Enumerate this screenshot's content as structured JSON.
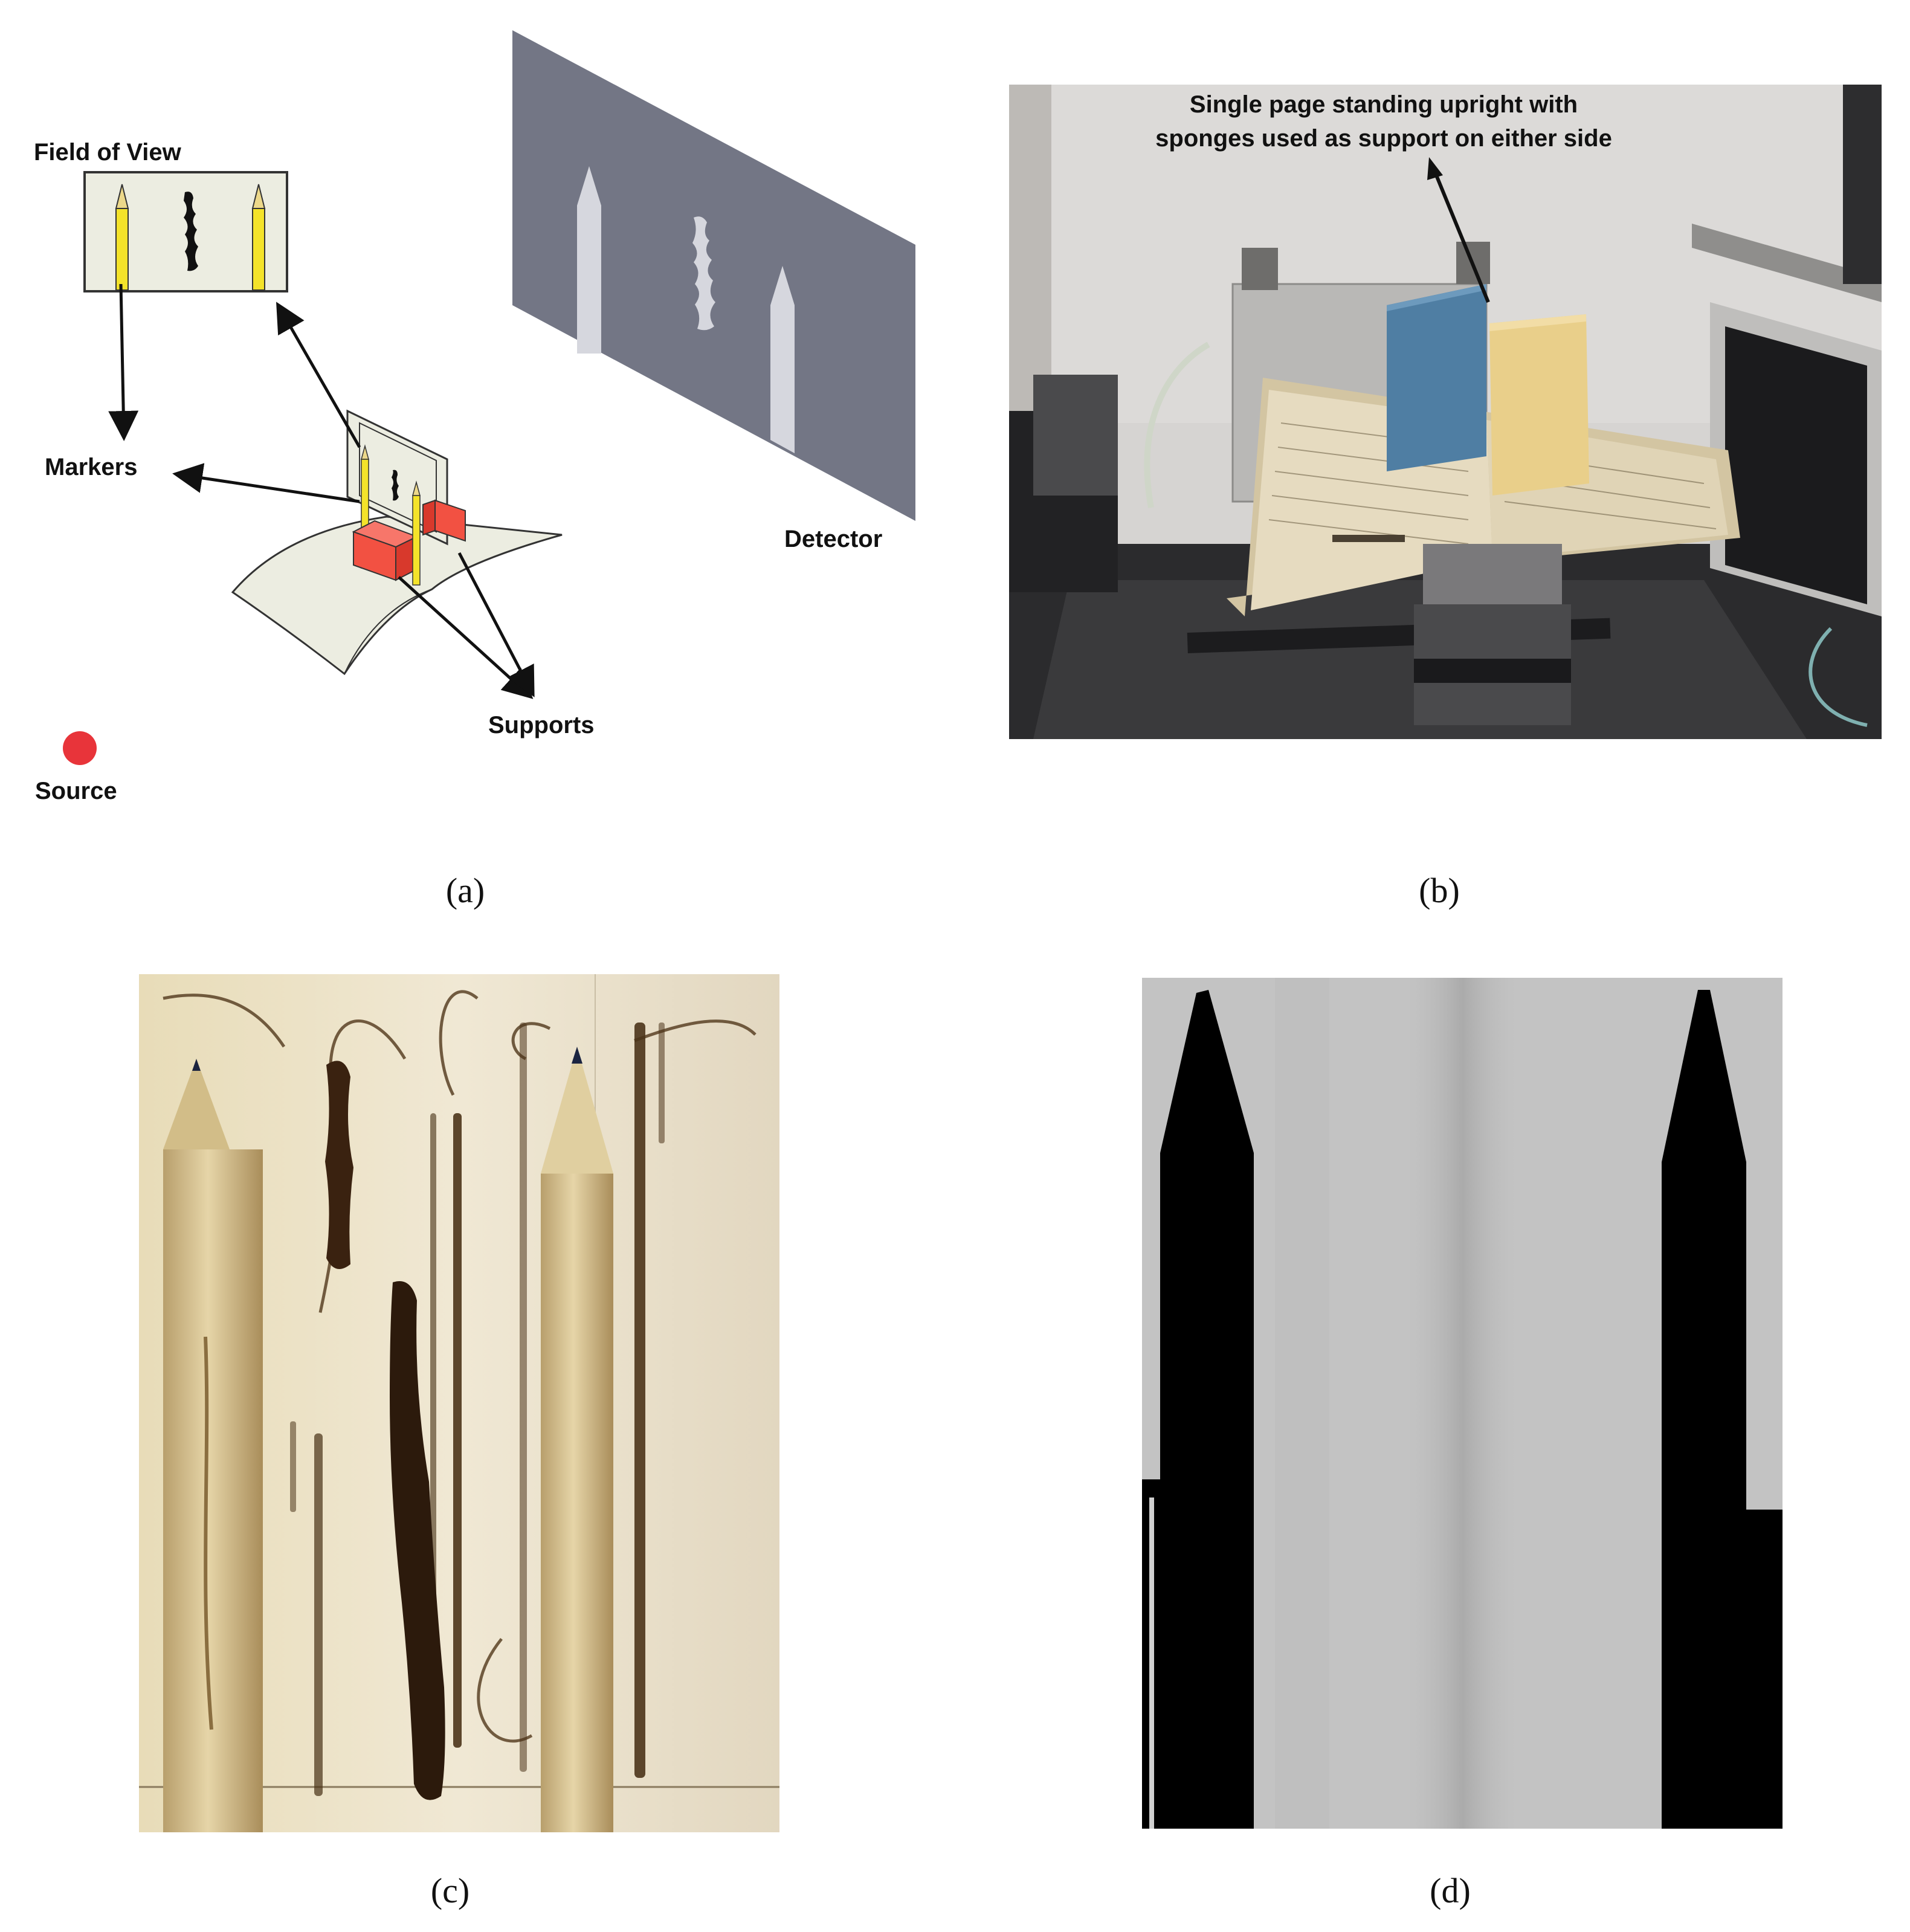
{
  "panel_a": {
    "labels": {
      "field_of_view": "Field of View",
      "markers": "Markers",
      "detector": "Detector",
      "supports": "Supports",
      "source": "Source"
    },
    "caption": "(a)"
  },
  "panel_b": {
    "annotation_line1": "Single page standing upright with",
    "annotation_line2": "sponges used as support on either side",
    "caption": "(b)"
  },
  "panel_c": {
    "caption": "(c)"
  },
  "panel_d": {
    "caption": "(d)"
  },
  "colors": {
    "detector": "#737685",
    "detector_shadow": "#d6d7de",
    "paper": "#ecede1",
    "marker_yellow": "#f4e32a",
    "support_red": "#f25142",
    "source_red": "#e8343a"
  }
}
